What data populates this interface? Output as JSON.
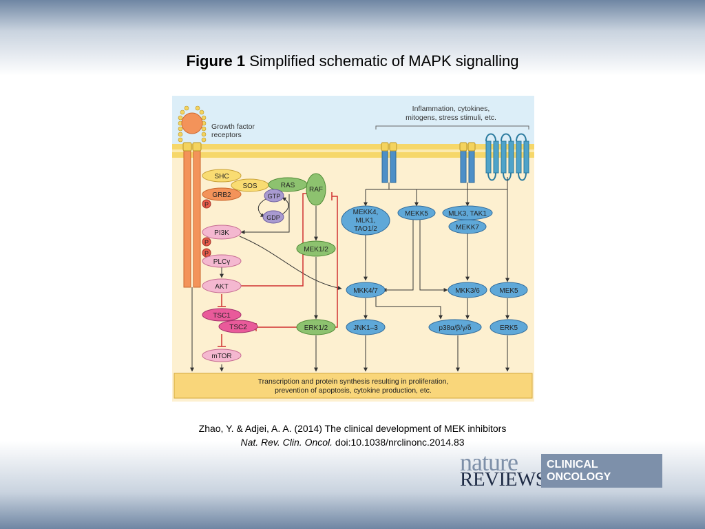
{
  "title": {
    "bold": "Figure 1",
    "rest": "Simplified schematic of MAPK signalling"
  },
  "diagram": {
    "top_label": [
      "Inflammation, cytokines,",
      "mitogens, stress stimuli, etc."
    ],
    "receptor_label": [
      "Growth factor",
      "receptors"
    ],
    "bottom_label": [
      "Transcription and protein synthesis resulting in proliferation,",
      "prevention of apoptosis, cytokine production, etc."
    ],
    "nodes": {
      "shc": "SHC",
      "sos": "SOS",
      "ras": "RAS",
      "grb2": "GRB2",
      "p": "P",
      "gtp": "GTP",
      "gdp": "GDP",
      "raf": "RAF",
      "pi3k": "PI3K",
      "plc": "PLCγ",
      "akt": "AKT",
      "tsc1": "TSC1",
      "tsc2": "TSC2",
      "mtor": "mTOR",
      "mek12": "MEK1/2",
      "erk12": "ERK1/2",
      "mekk4": [
        "MEKK4,",
        "MLK1,",
        "TAO1/2"
      ],
      "mekk5": "MEKK5",
      "mlk3": "MLK3, TAK1",
      "mekk7": "MEKK7",
      "mkk47": "MKK4/7",
      "mkk36": "MKK3/6",
      "mek5": "MEK5",
      "jnk": "JNK1–3",
      "p38": "p38α/β/γ/δ",
      "erk5": "ERK5"
    },
    "colors": {
      "pink": "#f4b8d0",
      "green": "#8dc26f",
      "blue": "#5fa8d8",
      "yellow": "#f9dc72",
      "orange": "#f3935a",
      "purple": "#a89ad0"
    }
  },
  "citation": {
    "line1": "Zhao, Y. & Adjei, A. A. (2014) The clinical development of MEK inhibitors",
    "journal": "Nat. Rev. Clin. Oncol.",
    "doi": "doi:10.1038/nrclinonc.2014.83"
  },
  "logo": {
    "word1": "nature",
    "word2": "REVIEWS",
    "line1": "CLINICAL",
    "line2": "ONCOLOGY"
  }
}
